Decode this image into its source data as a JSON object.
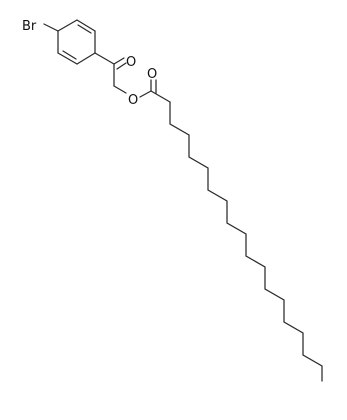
{
  "molecule": {
    "atoms": {
      "bromine": "Br",
      "ketone_oxygen": "O",
      "ester_oxygen": "O",
      "carbonyl_oxygen": "O"
    }
  },
  "colors": {
    "bond": "#2b2b2b",
    "label": "#111111",
    "background": "#ffffff"
  }
}
